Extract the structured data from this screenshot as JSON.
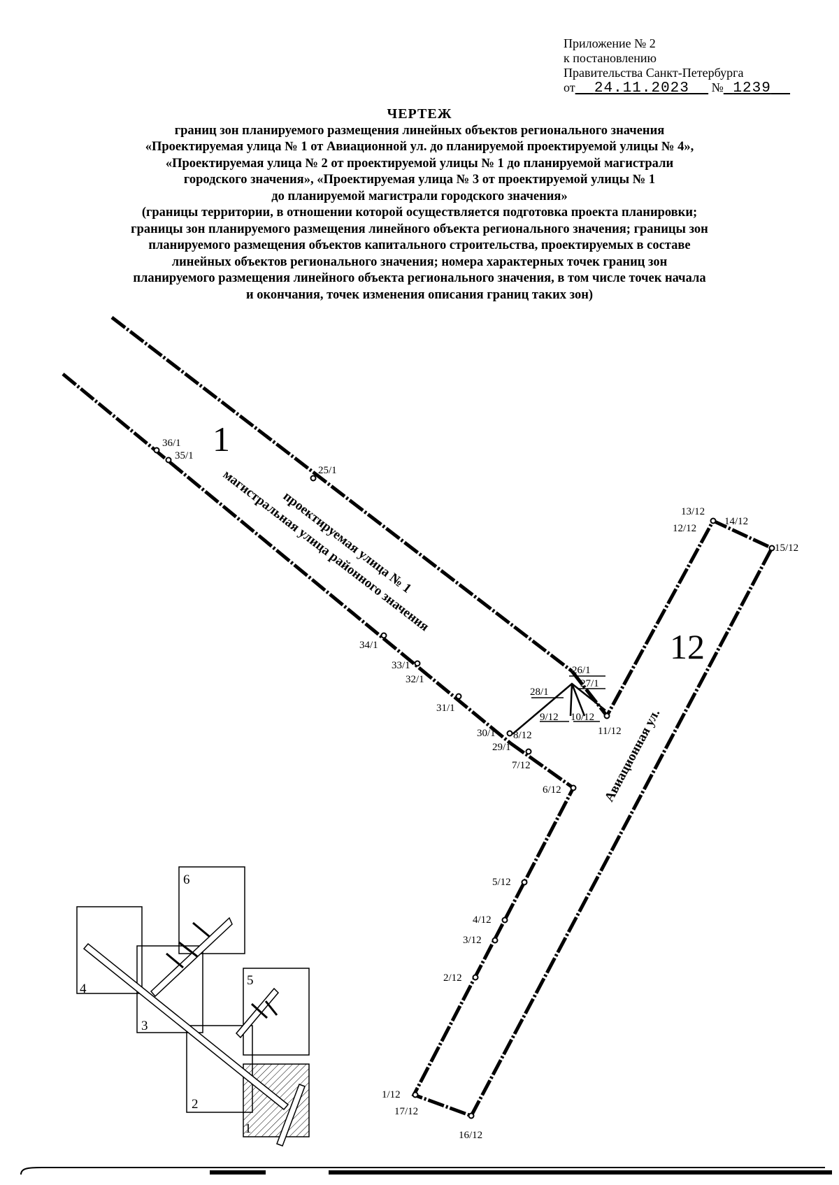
{
  "appendix": {
    "line1": "Приложение № 2",
    "line2": "к постановлению",
    "line3": "Правительства Санкт-Петербурга",
    "date_prefix": "от",
    "date": "24.11.2023",
    "num_prefix": "№",
    "number": "1239"
  },
  "header": {
    "title": "ЧЕРТЕЖ",
    "lines": [
      "границ зон планируемого размещения линейных объектов регионального значения",
      "«Проектируемая улица № 1 от Авиационной ул. до планируемой проектируемой улицы № 4»,",
      "«Проектируемая улица № 2 от проектируемой улицы № 1 до планируемой магистрали",
      "городского значения», «Проектируемая улица № 3 от проектируемой улицы № 1",
      "до планируемой магистрали городского значения»",
      "(границы территории, в отношении которой осуществляется подготовка проекта планировки;",
      "границы зон планируемого размещения линейного объекта регионального значения; границы зон",
      "планируемого размещения объектов капитального строительства, проектируемых в составе",
      "линейных объектов регионального значения; номера характерных точек границ зон",
      "планируемого размещения линейного объекта регионального значения, в том числе точек начала",
      "и окончания, точек изменения описания границ таких зон)"
    ]
  },
  "zones": {
    "zone1": "1",
    "zone12": "12"
  },
  "street_labels": {
    "street1_line1": "проектируемая улица № 1",
    "street1_line2": "магистральная улица районного значения",
    "aviation": "Авиационная ул."
  },
  "points": {
    "p36_1": "36/1",
    "p35_1": "35/1",
    "p25_1": "25/1",
    "p34_1": "34/1",
    "p33_1": "33/1",
    "p32_1": "32/1",
    "p31_1": "31/1",
    "p30_1": "30/1",
    "p29_1": "29/1",
    "p28_1": "28/1",
    "p26_1": "26/1",
    "p27_1": "27/1",
    "p8_12": "8/12",
    "p7_12": "7/12",
    "p6_12": "6/12",
    "p9_12": "9/12",
    "p10_12": "10/12",
    "p11_12": "11/12",
    "p13_12": "13/12",
    "p12_12": "12/12",
    "p14_12": "14/12",
    "p15_12": "15/12",
    "p5_12": "5/12",
    "p4_12": "4/12",
    "p3_12": "3/12",
    "p2_12": "2/12",
    "p1_12": "1/12",
    "p17_12": "17/12",
    "p16_12": "16/12"
  },
  "keymap": {
    "s1": "1",
    "s2": "2",
    "s3": "3",
    "s4": "4",
    "s5": "5",
    "s6": "6"
  }
}
